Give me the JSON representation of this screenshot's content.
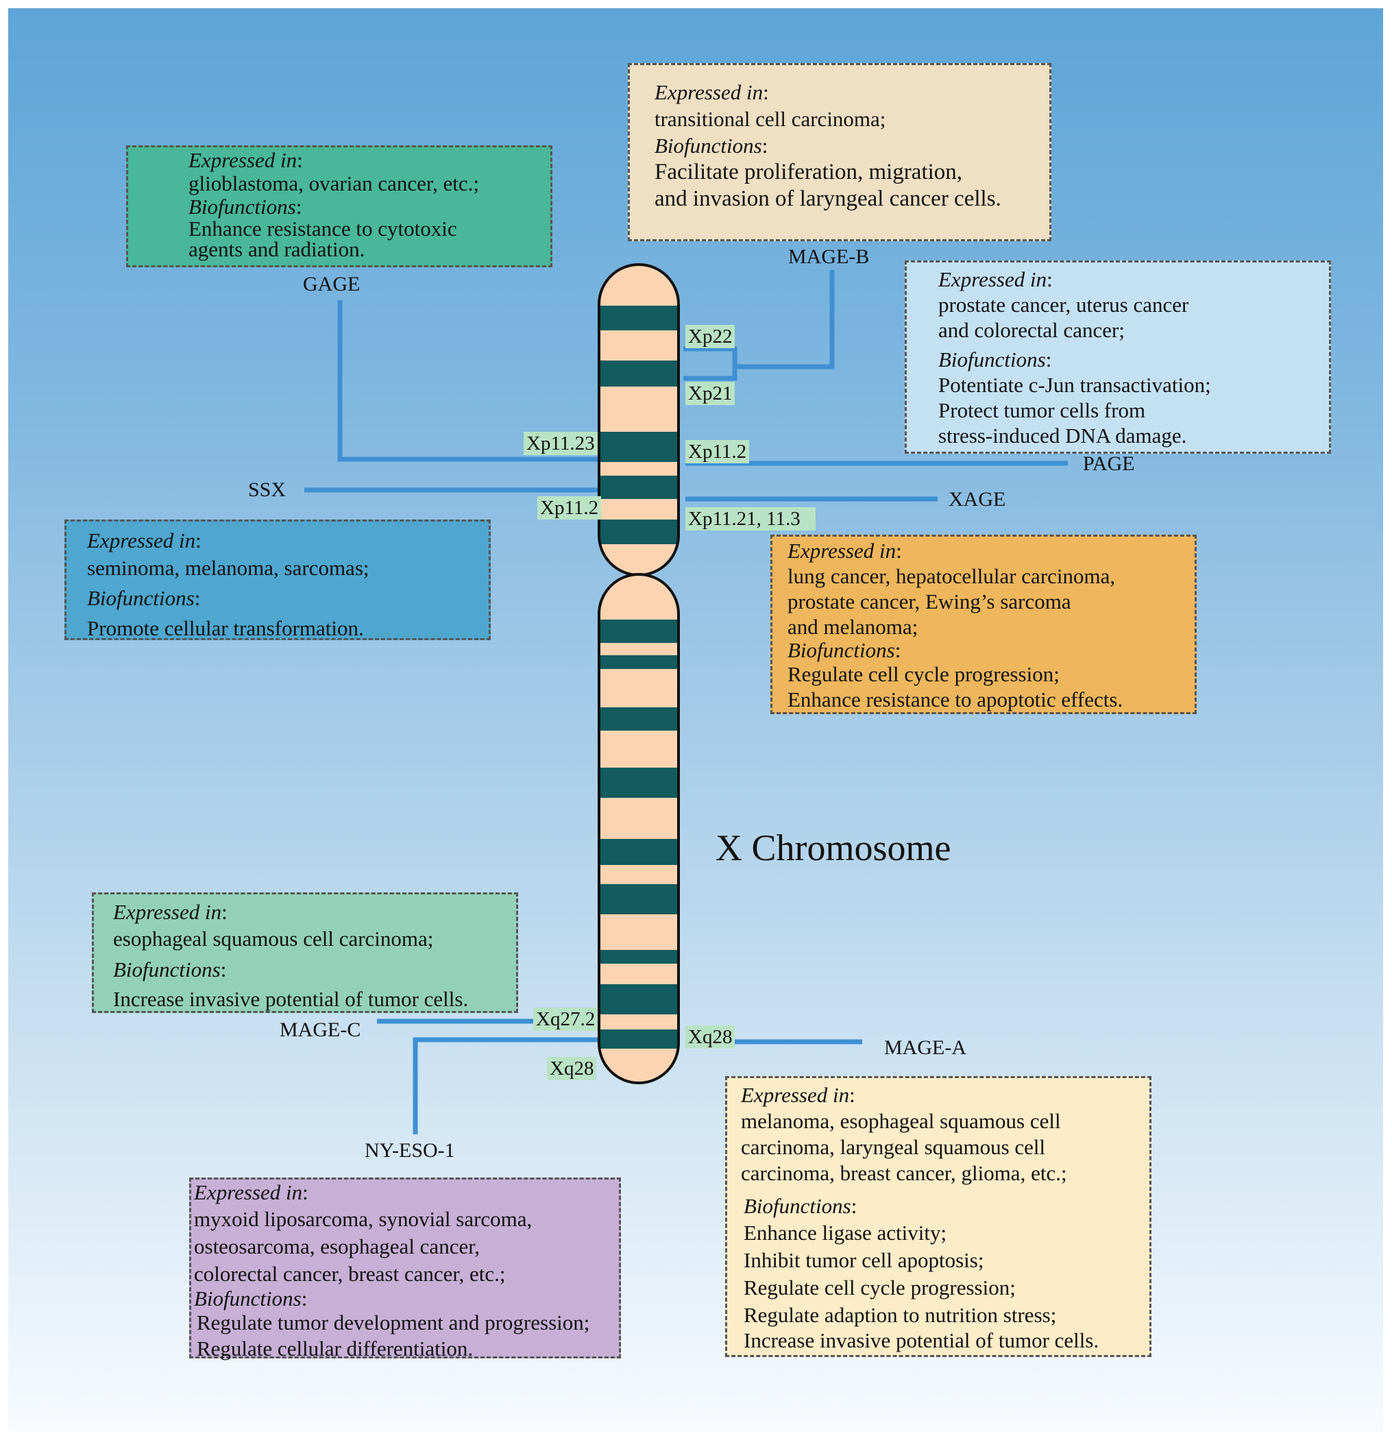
{
  "title": "X Chromosome",
  "colors": {
    "band_dark": "#135b5e",
    "band_light": "#fcd4b2",
    "connector": "#3f8fd3"
  },
  "genes": {
    "gage": {
      "name": "GAGE",
      "band": "Xp11.23",
      "expressed_label": "Expressed in",
      "expressed": [
        "glioblastoma, ovarian cancer, etc.;"
      ],
      "bio_label": "Biofunctions",
      "bio": [
        "Enhance resistance to cytotoxic",
        "agents and radiation."
      ]
    },
    "mage_b": {
      "name": "MAGE-B",
      "bands": [
        "Xp22",
        "Xp21"
      ],
      "expressed_label": "Expressed in",
      "expressed": [
        "transitional cell carcinoma;"
      ],
      "bio_label": "Biofunctions",
      "bio": [
        "Facilitate proliferation, migration,",
        "and invasion of laryngeal cancer cells."
      ]
    },
    "page": {
      "name": "PAGE",
      "band": "Xp11.2",
      "expressed_label": "Expressed in",
      "expressed": [
        "prostate cancer, uterus cancer",
        "and colorectal cancer;"
      ],
      "bio_label": "Biofunctions",
      "bio": [
        "Potentiate c-Jun transactivation;",
        "Protect tumor cells from",
        "stress-induced DNA damage."
      ]
    },
    "ssx": {
      "name": "SSX",
      "band": "Xp11.2",
      "expressed_label": "Expressed in",
      "expressed": [
        "seminoma, melanoma, sarcomas;"
      ],
      "bio_label": "Biofunctions",
      "bio": [
        "Promote cellular transformation."
      ]
    },
    "xage": {
      "name": "XAGE",
      "band": "Xp11.21, 11.3",
      "expressed_label": "Expressed in",
      "expressed": [
        "lung cancer, hepatocellular carcinoma,",
        "prostate cancer, Ewing’s sarcoma",
        "and melanoma;"
      ],
      "bio_label": "Biofunctions",
      "bio": [
        "Regulate cell cycle progression;",
        "Enhance resistance to apoptotic effects."
      ]
    },
    "mage_c": {
      "name": "MAGE-C",
      "band": "Xq27.2",
      "expressed_label": "Expressed in",
      "expressed": [
        "esophageal squamous cell carcinoma;"
      ],
      "bio_label": "Biofunctions",
      "bio": [
        "Increase invasive potential of tumor cells."
      ]
    },
    "mage_a": {
      "name": "MAGE-A",
      "band": "Xq28",
      "expressed_label": "Expressed in",
      "expressed": [
        "melanoma, esophageal squamous cell",
        "carcinoma, laryngeal squamous cell",
        "carcinoma, breast cancer, glioma, etc.;"
      ],
      "bio_label": "Biofunctions",
      "bio": [
        "Enhance ligase activity;",
        "Inhibit tumor cell apoptosis;",
        "Regulate cell cycle progression;",
        "Regulate adaption to nutrition stress;",
        "Increase invasive potential of tumor cells."
      ]
    },
    "ny_eso_1": {
      "name": "NY-ESO-1",
      "band": "Xq28",
      "expressed_label": "Expressed in",
      "expressed": [
        "myxoid liposarcoma, synovial sarcoma,",
        "osteosarcoma, esophageal cancer,",
        "colorectal cancer, breast cancer, etc.;"
      ],
      "bio_label": "Biofunctions",
      "bio": [
        "Regulate tumor development and progression;",
        "Regulate cellular differentiation."
      ]
    }
  }
}
